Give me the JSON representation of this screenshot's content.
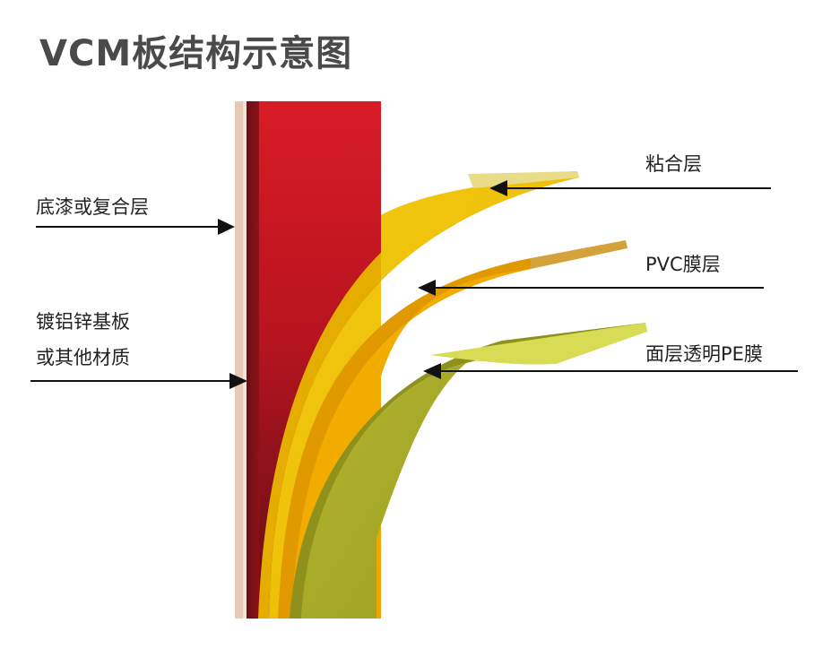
{
  "title": "VCM板结构示意图",
  "labels": {
    "primer": "底漆或复合层",
    "substrate_line1": "镀铝锌基板",
    "substrate_line2": "或其他材质",
    "adhesive": "粘合层",
    "pvc": "PVC膜层",
    "pe": "面层透明PE膜"
  },
  "colors": {
    "title_text": "#4a4a4a",
    "label_text": "#222222",
    "leader_line": "#111111",
    "substrate_edge": "#e8c9b6",
    "primer_red": "#d11a24",
    "primer_dark": "#5e0f15",
    "adhesive_yellow": "#f2c300",
    "pvc_orange": "#f0a500",
    "pvc_edge": "#d4a23a",
    "pe_green": "#a6a82a",
    "pe_light": "#d8db54"
  }
}
